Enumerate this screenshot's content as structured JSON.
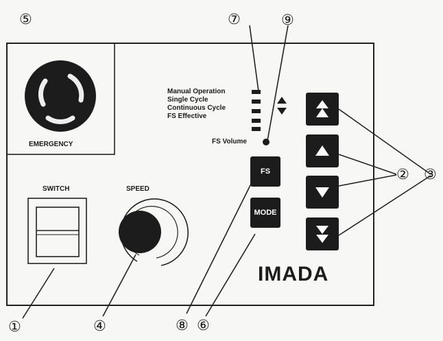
{
  "callouts": {
    "c1": "①",
    "c2": "②",
    "c3": "③",
    "c4": "④",
    "c5": "⑤",
    "c6": "⑥",
    "c7": "⑦",
    "c8": "⑧",
    "c9": "⑨"
  },
  "panel": {
    "emergency_label": "EMERGENCY",
    "switch_label": "SWITCH",
    "speed_label": "SPEED",
    "modes": [
      "Manual Operation",
      "Single Cycle",
      "Continuous Cycle",
      "FS Effective"
    ],
    "fs_volume_label": "FS Volume",
    "fs_button": "FS",
    "mode_button": "MODE",
    "brand": "IMADA"
  },
  "colors": {
    "ink": "#1c1c1c",
    "background": "#f7f7f5",
    "button_text": "#ffffff"
  }
}
